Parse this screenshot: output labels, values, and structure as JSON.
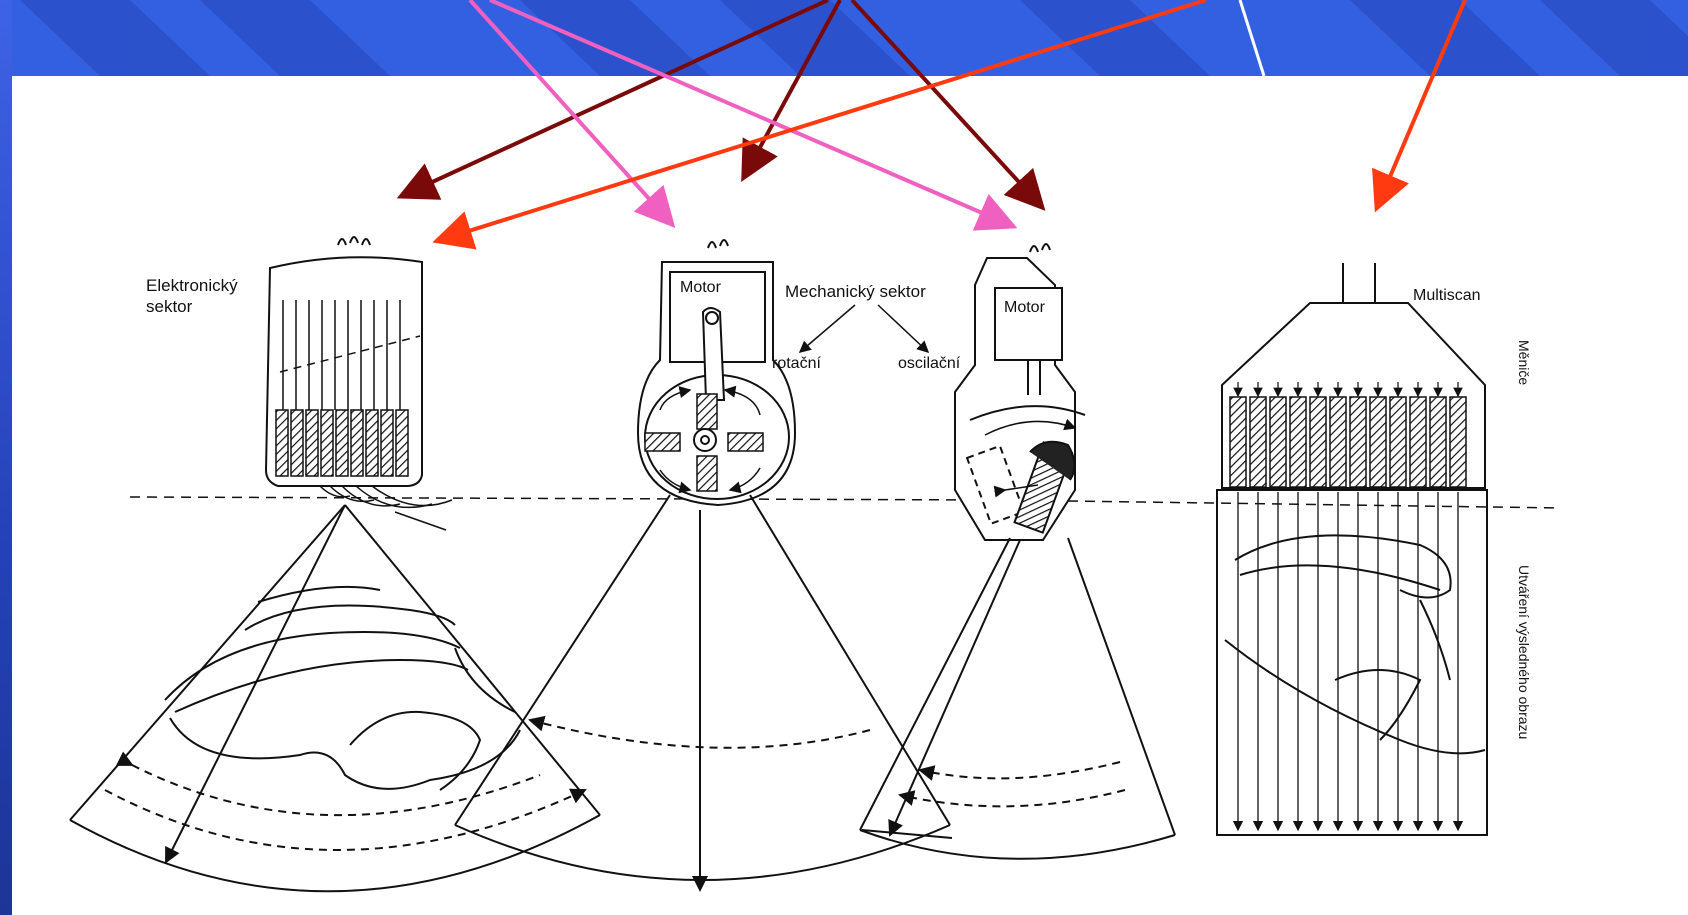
{
  "labels": {
    "electronic_sector": [
      "Elektronický",
      "sektor"
    ],
    "motor_1": "Motor",
    "mechanical_sector": "Mechanický sektor",
    "rotational": "rotační",
    "oscillating": "oscilační",
    "motor_2": "Motor",
    "multiscan": "Multiscan",
    "transducers": "Měniče",
    "image_creation": "Utváření výsledného obrazu"
  },
  "colors": {
    "slide_blue": "#3360e0",
    "slide_dark_blue": "#1f3fae",
    "arrow_dark_red": "#7a0a0a",
    "arrow_pink": "#f060c0",
    "arrow_orange_red": "#ff3a10"
  }
}
